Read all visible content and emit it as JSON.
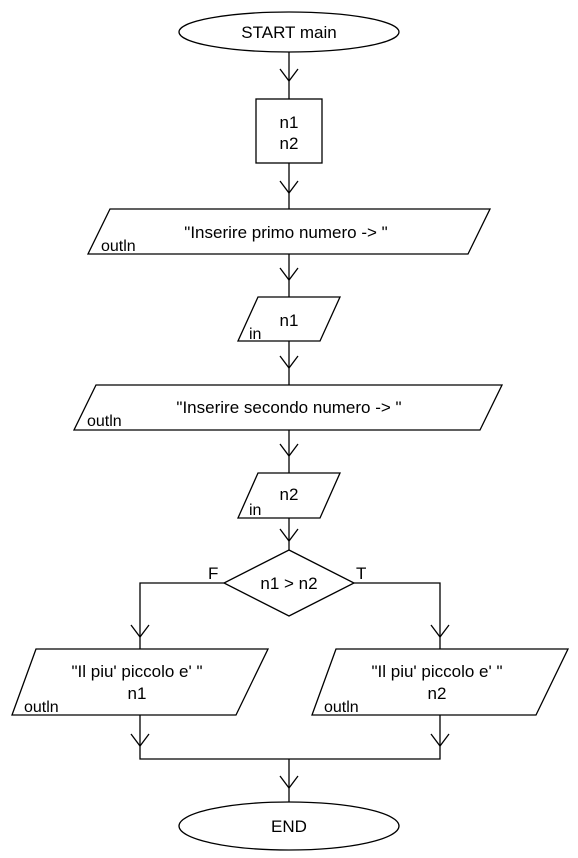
{
  "flowchart": {
    "start": "START main",
    "declare_lines": [
      "n1",
      "n2"
    ],
    "output1": {
      "tag": "outln",
      "text": "\"Inserire primo numero -> \""
    },
    "input1": {
      "tag": "in",
      "text": "n1"
    },
    "output2": {
      "tag": "outln",
      "text": "\"Inserire secondo numero -> \""
    },
    "input2": {
      "tag": "in",
      "text": "n2"
    },
    "decision": {
      "text": "n1 > n2",
      "false_label": "F",
      "true_label": "T"
    },
    "output_false": {
      "tag": "outln",
      "line1": "\"Il piu' piccolo e' \"",
      "line2": "n1"
    },
    "output_true": {
      "tag": "outln",
      "line1": "\"Il piu' piccolo e' \"",
      "line2": "n2"
    },
    "end": "END"
  },
  "colors": {
    "stroke": "#000000",
    "fill": "#ffffff"
  }
}
